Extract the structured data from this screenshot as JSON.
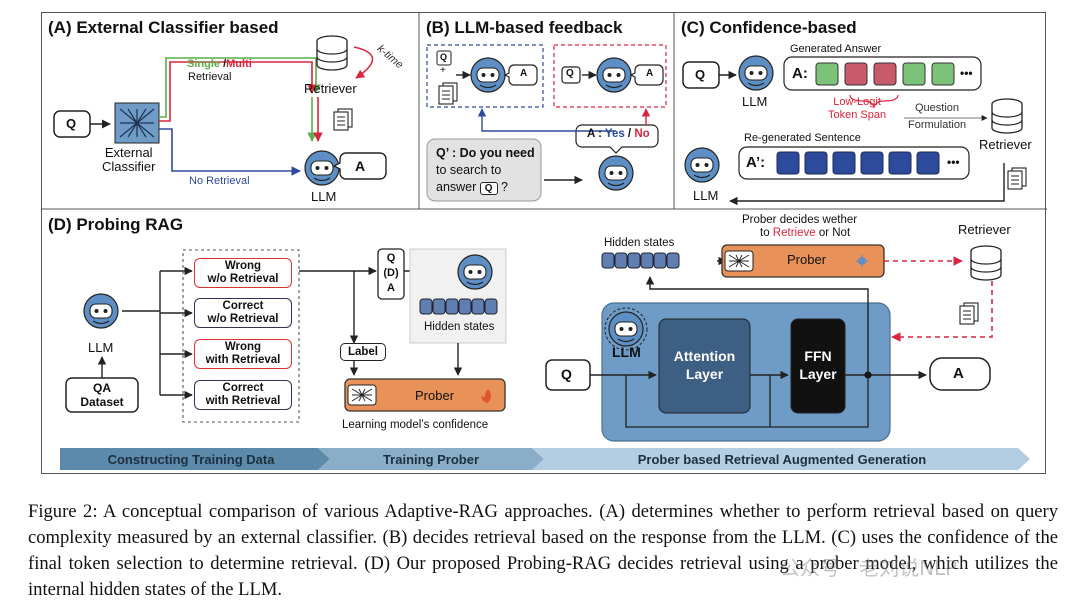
{
  "panels": {
    "a": {
      "title": "(A) External Classifier based",
      "q": "Q",
      "classifier": "External\nClassifier",
      "single": "Single",
      "slash": " /",
      "multi": "Multi",
      "retrieval": "Retrieval",
      "retriever": "Retriever",
      "ktime": "k-time",
      "no_retrieval": "No Retrieval",
      "llm": "LLM",
      "a": "A"
    },
    "b": {
      "title": "(B) LLM-based feedback",
      "q": "Q",
      "plus": "+",
      "a": "A",
      "answer_prefix": "A :",
      "yes": "Yes",
      "slash": " / ",
      "no": "No",
      "query_line1": "Q’ : Do you need",
      "query_line2": "to search to",
      "query_line3": "answer",
      "query_q": "Q",
      "query_end": "?"
    },
    "c": {
      "title": "(C) Confidence-based",
      "generated_answer": "Generated Answer",
      "q": "Q",
      "llm": "LLM",
      "a_prefix": "A:",
      "dots": "•••",
      "low_logit": "Low-Logit\nToken Span",
      "question": "Question",
      "formulation": "Formulation",
      "retriever": "Retriever",
      "regenerated": "Re-generated Sentence",
      "a2_prefix": "A’:",
      "llm2": "LLM"
    },
    "d": {
      "title": "(D) Probing RAG",
      "llm": "LLM",
      "qa_dataset": "QA\nDataset",
      "outcomes": [
        {
          "label": "Wrong\nw/o Retrieval",
          "kind": "wrong"
        },
        {
          "label": "Correct\nw/o Retrieval",
          "kind": "correct"
        },
        {
          "label": "Wrong\nwith Retrieval",
          "kind": "wrong"
        },
        {
          "label": "Correct\nwith Retrieval",
          "kind": "correct"
        }
      ],
      "qda": "Q\n(D)\nA",
      "label_box": "Label",
      "hidden_states_left": "Hidden states",
      "prober_left": "Prober",
      "learning": "Learning model’s confidence",
      "hidden_states_right": "Hidden states",
      "prober_decides_1": "Prober decides wether",
      "prober_decides_2a": "to ",
      "prober_decides_retrieve": "Retrieve",
      "prober_decides_2b": " or Not",
      "prober_right": "Prober",
      "retriever": "Retriever",
      "llm_inner": "LLM",
      "attention": "Attention\nLayer",
      "ffn": "FFN\nLayer",
      "q": "Q",
      "a": "A"
    }
  },
  "stages": [
    "Constructing Training Data",
    "Training Prober",
    "Prober based Retrieval Augmented Generation"
  ],
  "caption": "Figure 2: A conceptual comparison of various Adaptive-RAG approaches. (A) determines whether to perform retrieval based on query complexity measured by an external classifier. (B) decides retrieval based on the response from the LLM. (C) uses the confidence of the final token selection to determine retrieval. (D) Our proposed Probing-RAG decides retrieval using a prober model, which utilizes the internal hidden states of the LLM.",
  "watermark": "公众号 · 老刘说NLP",
  "colors": {
    "red": "#d7263d",
    "green": "#5cae4a",
    "blue": "#2e4a9a",
    "orange": "#e8925a",
    "panel_blue": "#6e9cc6",
    "dark_block": "#3d5f84"
  }
}
